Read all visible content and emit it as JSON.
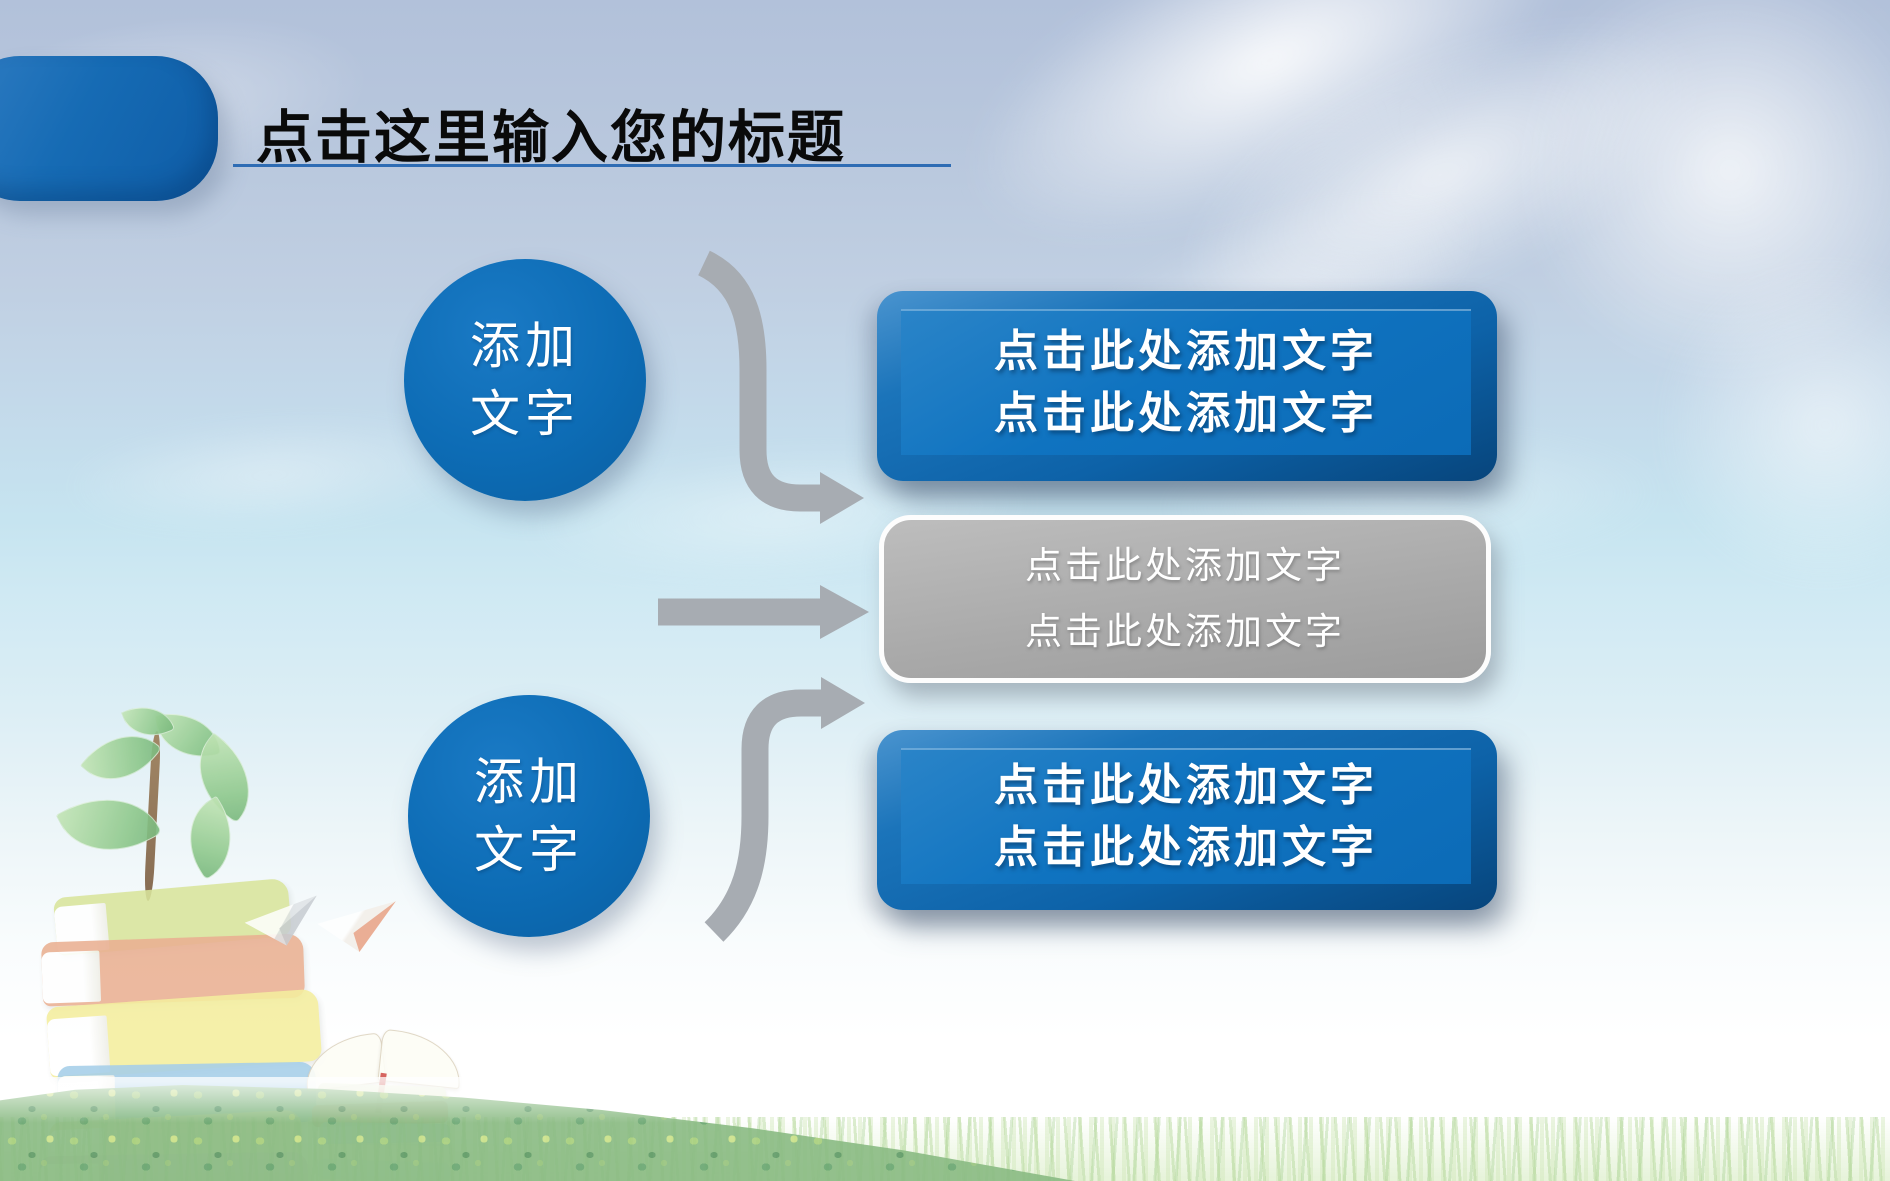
{
  "slide": {
    "title": {
      "text": "点击这里输入您的标题"
    },
    "circles": [
      {
        "lines": [
          "添加",
          "文字"
        ]
      },
      {
        "lines": [
          "添加",
          "文字"
        ]
      }
    ],
    "boxes": [
      {
        "variant": "blue",
        "lines": [
          "点击此处添加文字",
          "点击此处添加文字"
        ]
      },
      {
        "variant": "gray",
        "lines": [
          "点击此处添加文字",
          "点击此处添加文字"
        ]
      },
      {
        "variant": "blue",
        "lines": [
          "点击此处添加文字",
          "点击此处添加文字"
        ]
      }
    ],
    "colors": {
      "accent_blue": "#0d6cb5",
      "box_blue": "#0f73c0",
      "box_gray": "#a8a8a8",
      "arrow_gray": "#a7acb2",
      "underline_blue": "#2e6cb4",
      "sky_top": "#b2c1da",
      "sky_cyan": "#cfe9f3"
    }
  }
}
